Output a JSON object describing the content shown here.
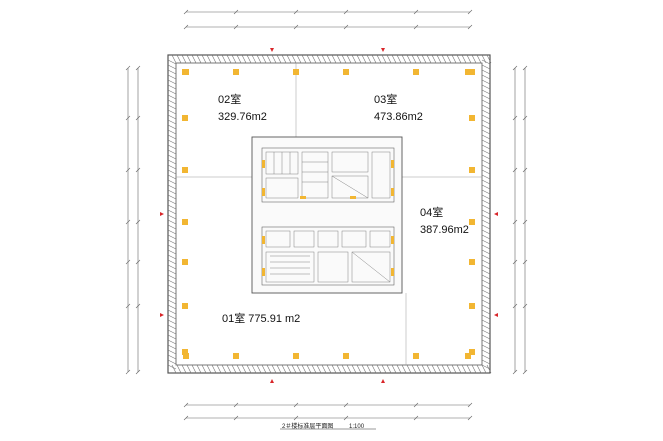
{
  "rooms": [
    {
      "id": "r02",
      "name": "02室",
      "area": "329.76m2"
    },
    {
      "id": "r03",
      "name": "03室",
      "area": "473.86m2"
    },
    {
      "id": "r04",
      "name": "04室",
      "area": "387.96m2"
    },
    {
      "id": "r01",
      "name": "01室 775.91 m2"
    }
  ],
  "drawing": {
    "title": "2＃楼标准层平面图",
    "scale": "1:100"
  },
  "colors": {
    "column": "#f2b632",
    "wall": "#555555",
    "grid": "#9a9a9a",
    "marker": "#d9262a",
    "core_accent": "#f2b632"
  }
}
